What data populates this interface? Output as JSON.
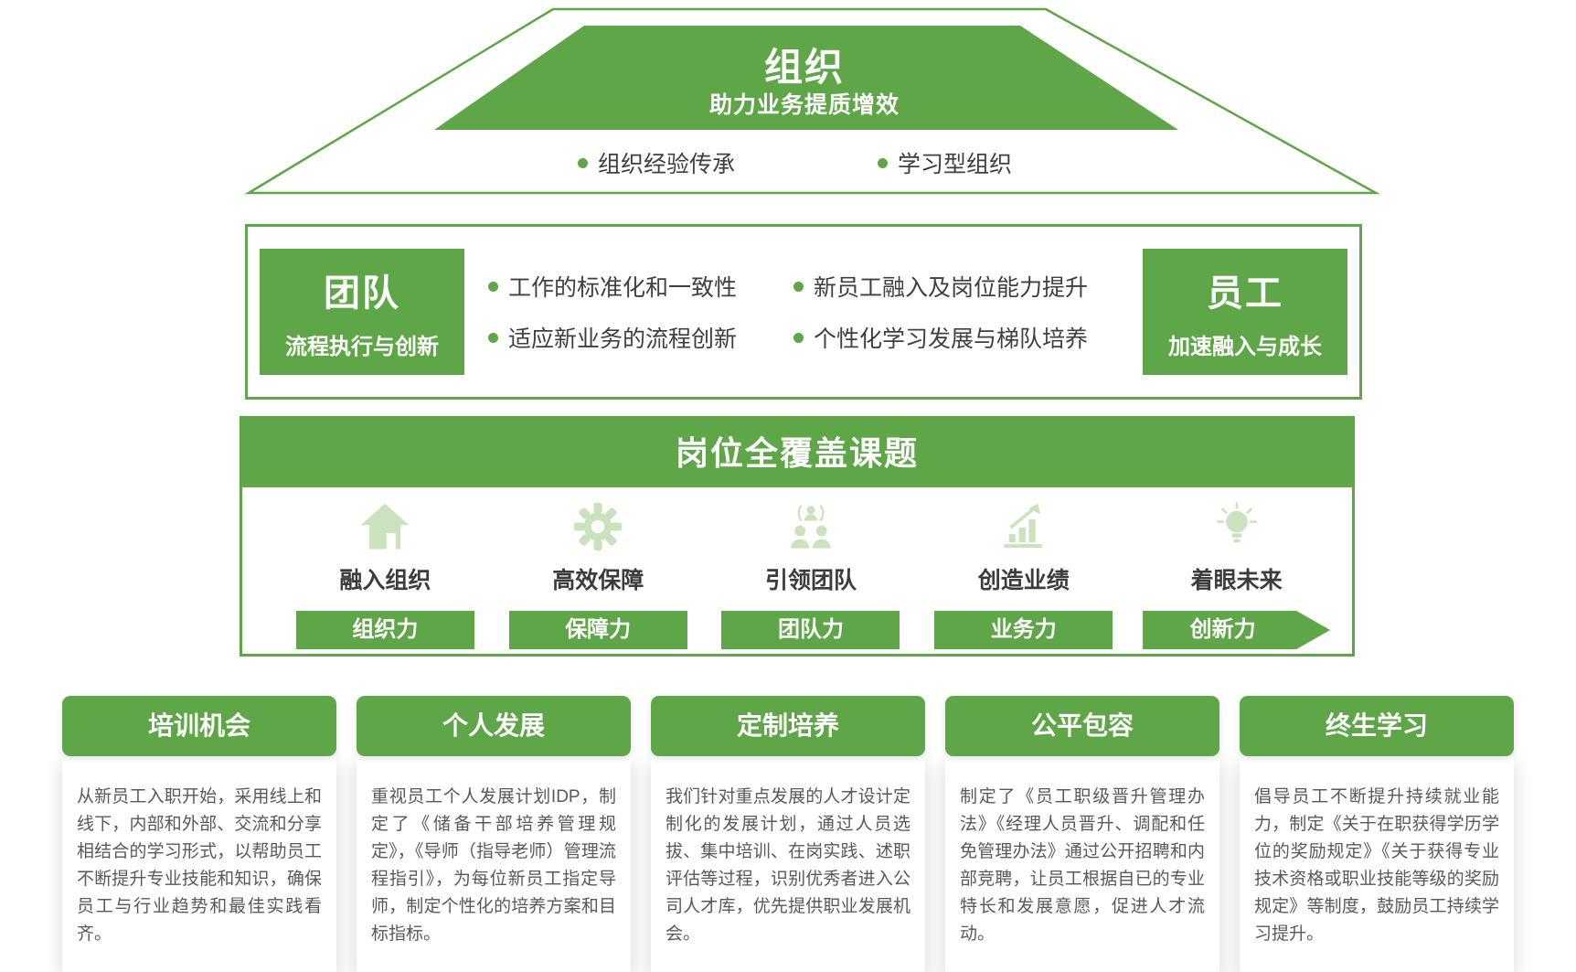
{
  "colors": {
    "primary_green": "#5ea647",
    "light_green_icon": "#cbe2bf",
    "dark_text": "#3f3f3f",
    "body_text": "#595959"
  },
  "roof": {
    "title": "组织",
    "subtitle": "助力业务提质增效",
    "bullets": [
      "组织经验传承",
      "学习型组织"
    ]
  },
  "middle": {
    "left_box": {
      "title": "团队",
      "subtitle": "流程执行与创新"
    },
    "right_box": {
      "title": "员工",
      "subtitle": "加速融入与成长"
    },
    "bullets_col1": [
      "工作的标准化和一致性",
      "适应新业务的流程创新"
    ],
    "bullets_col2": [
      "新员工融入及岗位能力提升",
      "个性化学习发展与梯队培养"
    ]
  },
  "coverage": {
    "title": "岗位全覆盖课题",
    "columns": [
      {
        "icon": "house-icon",
        "label": "融入组织",
        "button": "组织力"
      },
      {
        "icon": "gear-icon",
        "label": "高效保障",
        "button": "保障力"
      },
      {
        "icon": "team-icon",
        "label": "引领团队",
        "button": "团队力"
      },
      {
        "icon": "bar-chart-icon",
        "label": "创造业绩",
        "button": "业务力"
      },
      {
        "icon": "lightbulb-icon",
        "label": "着眼未来",
        "button": "创新力"
      }
    ]
  },
  "cards": [
    {
      "title": "培训机会",
      "body": "从新员工入职开始，采用线上和线下，内部和外部、交流和分享相结合的学习形式，以帮助员工不断提升专业技能和知识，确保员工与行业趋势和最佳实践看齐。"
    },
    {
      "title": "个人发展",
      "body": "重视员工个人发展计划IDP，制定了《储备干部培养管理规定》，《导师（指导老师）管理流程指引》，为每位新员工指定导师，制定个性化的培养方案和目标指标。"
    },
    {
      "title": "定制培养",
      "body": "我们针对重点发展的人才设计定制化的发展计划，通过人员选拔、集中培训、在岗实践、述职评估等过程，识别优秀者进入公司人才库，优先提供职业发展机会。"
    },
    {
      "title": "公平包容",
      "body": "制定了《员工职级晋升管理办法》《经理人员晋升、调配和任免管理办法》通过公开招聘和内部竞聘，让员工根据自已的专业特长和发展意愿，促进人才流动。"
    },
    {
      "title": "终生学习",
      "body": "倡导员工不断提升持续就业能力，制定《关于在职获得学历学位的奖励规定》《关于获得专业技术资格或职业技能等级的奖励规定》等制度，鼓励员工持续学习提升。"
    }
  ]
}
